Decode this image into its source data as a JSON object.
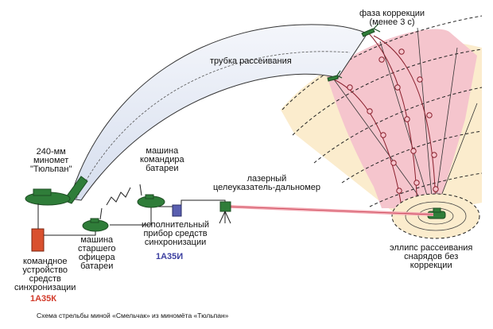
{
  "labels": {
    "correction_phase": "фаза коррекции",
    "correction_phase_time": "(менее 3 с)",
    "dispersion_tube": "трубка рассеивания",
    "mortar_line1": "240-мм",
    "mortar_line2": "миномет",
    "mortar_line3": "\"Тюльпан\"",
    "battery_cmd_line1": "машина",
    "battery_cmd_line2": "командира",
    "battery_cmd_line3": "батареи",
    "laser_line1": "лазерный",
    "laser_line2": "целеуказатель-дальномер",
    "senior_officer_line1": "машина",
    "senior_officer_line2": "старшего",
    "senior_officer_line3": "офицера",
    "senior_officer_line4": "батареи",
    "exec_sync_line1": "исполнительный",
    "exec_sync_line2": "прибор средств",
    "exec_sync_line3": "синхронизации",
    "exec_sync_code": "1А35И",
    "cmd_sync_line1": "командное",
    "cmd_sync_line2": "устройство",
    "cmd_sync_line3": "средств",
    "cmd_sync_line4": "синхронизации",
    "cmd_sync_code": "1А35К",
    "ellipse_line1": "эллипс рассеивания",
    "ellipse_line2": "снарядов без",
    "ellipse_line3": "коррекции"
  },
  "caption": "Схема стрельбы миной «Смельчак» из миномёта «Тюльпан»",
  "colors": {
    "tube_fill": "#e3e8f3",
    "pink_zone": "#f5c5cd",
    "yellow_zone": "#fbeccd",
    "ground_unit": "#2f7d39",
    "sync_device": "#d9502e",
    "exec_device": "#5a5fb0",
    "exec_code": "#3c3fa0",
    "cmd_code": "#d23a2a"
  },
  "icons": [
    "mortar-icon",
    "command-vehicle-icon",
    "officer-vehicle-icon",
    "sync-command-device-icon",
    "sync-exec-device-icon",
    "laser-rangefinder-icon",
    "mine-projectile-icon",
    "target-icon",
    "radio-signal-icon"
  ]
}
